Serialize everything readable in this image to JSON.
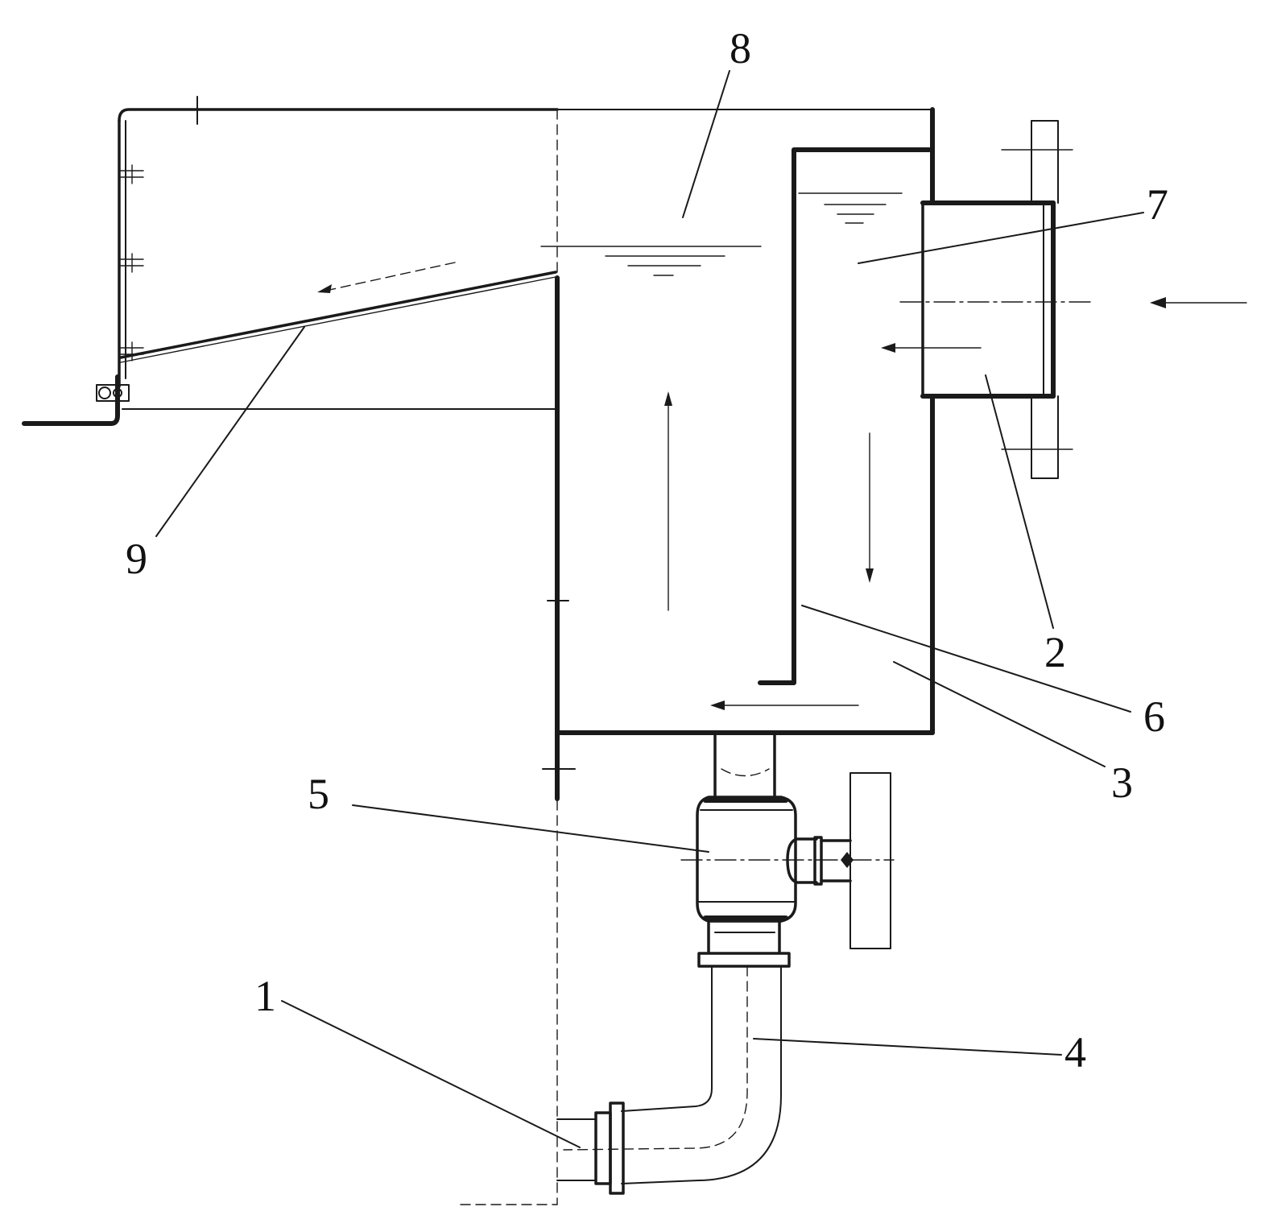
{
  "labels": [
    {
      "id": "1",
      "text": "1"
    },
    {
      "id": "2",
      "text": "2"
    },
    {
      "id": "3",
      "text": "3"
    },
    {
      "id": "4",
      "text": "4"
    },
    {
      "id": "5",
      "text": "5"
    },
    {
      "id": "6",
      "text": "6"
    },
    {
      "id": "7",
      "text": "7"
    },
    {
      "id": "8",
      "text": "8"
    },
    {
      "id": "9",
      "text": "9"
    }
  ],
  "colors": {
    "ink": "#1a1a1a",
    "background": "#ffffff"
  }
}
